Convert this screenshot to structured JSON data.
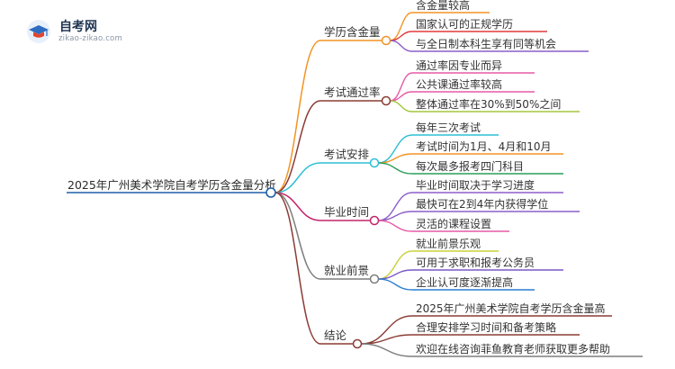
{
  "logo": {
    "title": "自考网",
    "subtitle": "zikao-zikao.com"
  },
  "root": {
    "label": "2025年广州美术学院自考学历含金量分析"
  },
  "branches": [
    {
      "label": "学历含金量",
      "color": "#f29423",
      "children": [
        {
          "label": "含金量较高",
          "color": "#f29423"
        },
        {
          "label": "国家认可的正规学历",
          "color": "#e23b3b"
        },
        {
          "label": "与全日制本科生享有同等机会",
          "color": "#8b5fc9"
        }
      ]
    },
    {
      "label": "考试通过率",
      "color": "#8a3c34",
      "children": [
        {
          "label": "通过率因专业而异",
          "color": "#e65aa6"
        },
        {
          "label": "公共课通过率较高",
          "color": "#e65aa6"
        },
        {
          "label": "整体通过率在30%到50%之间",
          "color": "#a4c63c"
        }
      ]
    },
    {
      "label": "考试安排",
      "color": "#2bbfd3",
      "children": [
        {
          "label": "每年三次考试",
          "color": "#2bbfd3"
        },
        {
          "label": "考试时间为1月、4月和10月",
          "color": "#f29423"
        },
        {
          "label": "每次最多报考四门科目",
          "color": "#2a9d5a"
        }
      ]
    },
    {
      "label": "毕业时间",
      "color": "#c3246a",
      "children": [
        {
          "label": "毕业时间取决于学习进度",
          "color": "#8b5fc9"
        },
        {
          "label": "最快可在2到4年内获得学位",
          "color": "#8b5fc9"
        },
        {
          "label": "灵活的课程设置",
          "color": "#e65aa6"
        }
      ]
    },
    {
      "label": "就业前景",
      "color": "#7d7d7d",
      "children": [
        {
          "label": "就业前景乐观",
          "color": "#c8d23a"
        },
        {
          "label": "可用于求职和报考公务员",
          "color": "#7c59c9"
        },
        {
          "label": "企业认可度逐渐提高",
          "color": "#2a7fd1"
        }
      ]
    },
    {
      "label": "结论",
      "color": "#8a3c34",
      "children": [
        {
          "label": "2025年广州美术学院自考学历含金量高",
          "color": "#8a3c34"
        },
        {
          "label": "合理安排学习时间和备考策略",
          "color": "#8a3c34"
        },
        {
          "label": "欢迎在线咨询菲鱼教育老师获取更多帮助",
          "color": "#7d7d7d"
        }
      ]
    }
  ]
}
